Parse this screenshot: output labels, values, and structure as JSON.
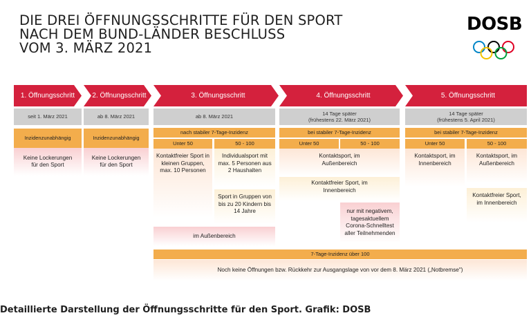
{
  "title": {
    "line1": "DIE DREI ÖFFNUNGSSCHRITTE FÜR DEN SPORT",
    "line2": "NACH DEM BUND-LÄNDER BESCHLUSS",
    "line3": "VOM 3. MÄRZ 2021"
  },
  "logo": {
    "text": "DOSB",
    "icon": "olympic-rings"
  },
  "colors": {
    "red": "#d4213d",
    "gray": "#cfcfcf",
    "orange": "#f3ad4c",
    "peach": "#fde6d6",
    "pink": "#f9d0d2"
  },
  "steps": [
    {
      "label": "1. Öffnungsschritt",
      "date": "seit 1. März 2021",
      "condition": "Inzidenzunabhängig",
      "content": "Keine Lockerungen für den Sport"
    },
    {
      "label": "2. Öffnungsschritt",
      "date": "ab 8. März 2021",
      "condition": "Inzidenzunabhängig",
      "content": "Keine Lockerungen für den Sport"
    },
    {
      "label": "3. Öffnungsschritt",
      "date": "ab 8. März 2021",
      "condition": "nach stabiler 7-Tage-Inzidenz",
      "low_label": "Unter 50",
      "high_label": "50 - 100",
      "low_content": "Kontaktfreier Sport in kleinen Gruppen, max. 10 Personen",
      "high_content_1": "Individualsport mit max. 5 Personen aus 2 Haushalten",
      "high_content_2": "Sport in Gruppen von bis zu 20 Kindern bis 14 Jahre",
      "bottom": "im Außenbereich"
    },
    {
      "label": "4. Öffnungsschritt",
      "date_line1": "14 Tage später",
      "date_line2": "(frühestens 22. März 2021)",
      "condition": "bei stabiler 7-Tage-Inzidenz",
      "low_label": "Unter 50",
      "high_label": "50 - 100",
      "content_1": "Kontaktsport, im Außenbereich",
      "content_2": "Kontaktfreier Sport, im Innenbereich",
      "content_3": "nur mit negativem, tagesaktuellem Corona-Schnelltest aller Teilnehmenden"
    },
    {
      "label": "5. Öffnungsschritt",
      "date_line1": "14 Tage später",
      "date_line2": "(frühestens 5. April 2021)",
      "condition": "bei stabiler 7-Tage-Inzidenz",
      "low_label": "Unter 50",
      "high_label": "50 - 100",
      "low_content": "Kontaktsport, im Innenbereich",
      "high_content_1": "Kontaktsport, im Außenbereich",
      "high_content_2": "Kontaktfreier Sport, im Innenbereich"
    }
  ],
  "notbremse": {
    "condition": "7-Tage-Inzidenz über 100",
    "text": "Noch keine Öffnungen bzw.  Rückkehr zur Ausgangslage von vor dem 8. März 2021 („Notbremse\")"
  },
  "caption": "Detaillierte Darstellung der Öffnungsschritte für den Sport. Grafik: DOSB"
}
